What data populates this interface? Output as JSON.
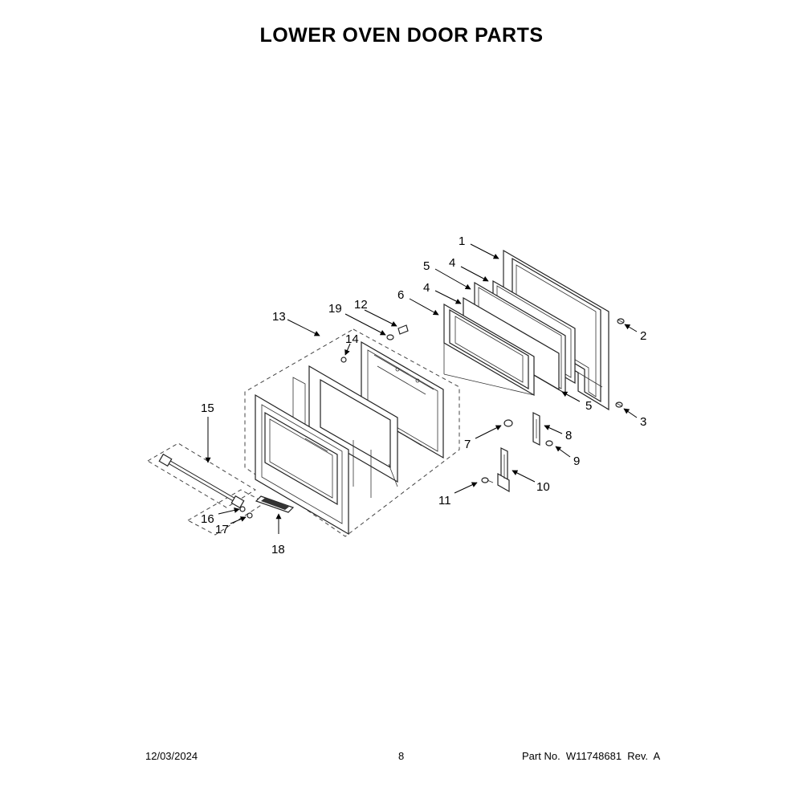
{
  "title": "LOWER OVEN DOOR PARTS",
  "callouts": {
    "c1": "1",
    "c2": "2",
    "c3": "3",
    "c4a": "4",
    "c4b": "4",
    "c5a": "5",
    "c5b": "5",
    "c6": "6",
    "c7": "7",
    "c8": "8",
    "c9": "9",
    "c10": "10",
    "c11": "11",
    "c12": "12",
    "c13": "13",
    "c14": "14",
    "c15": "15",
    "c16": "16",
    "c17": "17",
    "c18": "18",
    "c19": "19"
  },
  "footer": {
    "date": "12/03/2024",
    "page": "8",
    "part_no": "Part No.  W11748681  Rev.  A"
  }
}
